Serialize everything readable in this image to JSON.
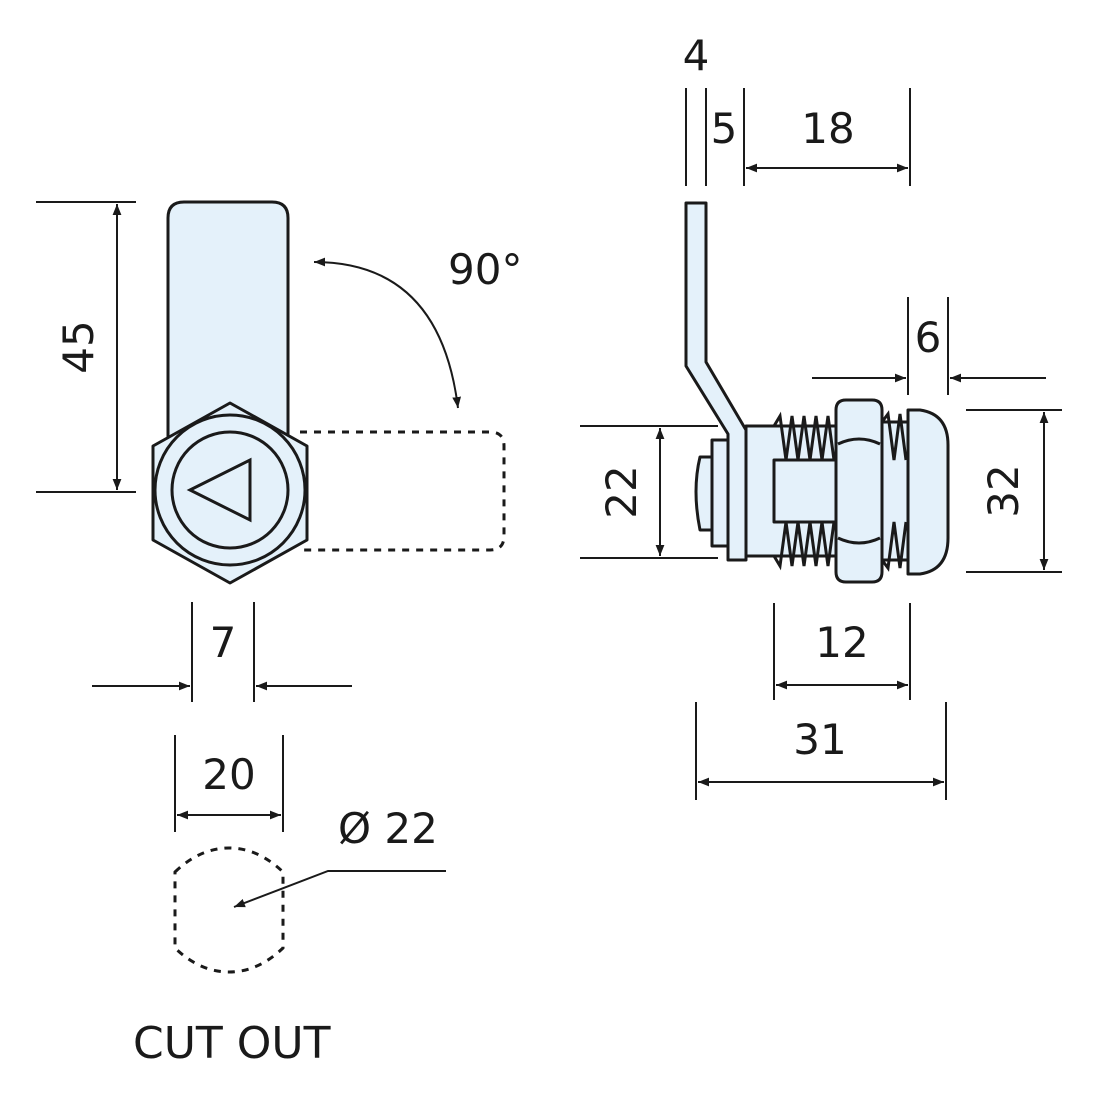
{
  "colors": {
    "part_fill": "#e4f1fa",
    "stroke": "#1a1a1a",
    "background": "#ffffff"
  },
  "front_view": {
    "height_dim": "45",
    "rotation_angle": "90°",
    "cam_thickness_dim": "7",
    "key_symbol": "triangle-icon"
  },
  "cut_out": {
    "width_dim": "20",
    "diameter_dim": "Ø 22",
    "label": "CUT OUT"
  },
  "side_view": {
    "cam_offset_dim": "4",
    "cam_thickness_dim": "5",
    "cam_reach_dim": "18",
    "flange_dim": "6",
    "thread_diameter_dim": "22",
    "flange_diameter_dim": "32",
    "thread_length_dim": "12",
    "overall_length_dim": "31"
  }
}
